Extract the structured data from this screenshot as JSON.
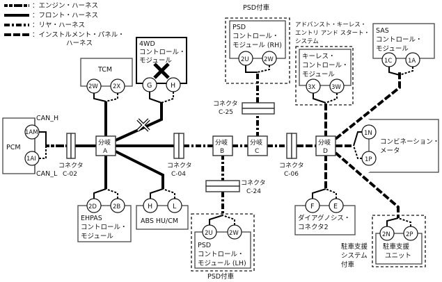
{
  "legend": [
    {
      "style": "engine",
      "label": "：エンジン・ハーネス"
    },
    {
      "style": "front",
      "label": "：フロント・ハーネス"
    },
    {
      "style": "rear",
      "label": "：リヤ・ハーネス"
    },
    {
      "style": "inst",
      "label": "：インストルメント・パネル・",
      "label2": "ハーネス"
    }
  ],
  "modules": {
    "pcm": {
      "label": "PCM",
      "pins": [
        "1AM",
        "1AI"
      ],
      "can_h": "CAN_H",
      "can_l": "CAN_L"
    },
    "tcm": {
      "label": "TCM",
      "pins": [
        "2W",
        "2X"
      ]
    },
    "awd": {
      "lines": [
        "4WD",
        "コントロール・",
        "モジュール"
      ],
      "pins": [
        "G",
        "H"
      ],
      "status": "disconnected"
    },
    "psd_rh": {
      "lines": [
        "PSD",
        "コントロール・",
        "モジュール (RH)"
      ],
      "pins": [
        "2U",
        "2W"
      ],
      "group": "PSD付車"
    },
    "keyless": {
      "lines": [
        "キーレス・",
        "コントロール・",
        "モジュール"
      ],
      "pins": [
        "3X",
        "3W"
      ],
      "group": [
        "アドバンスト・キーレス・",
        "エントリ アンド スタート・",
        "システム"
      ]
    },
    "sas": {
      "lines": [
        "SAS",
        "コントロール・",
        "モジュール"
      ],
      "pins": [
        "1C",
        "1A"
      ]
    },
    "meter": {
      "lines": [
        "コンビネーション・",
        "メータ"
      ],
      "pins": [
        "1N",
        "1P"
      ]
    },
    "ehpas": {
      "lines": [
        "EHPAS",
        "コントロール・",
        "モジュール"
      ],
      "pins": [
        "2D",
        "2B"
      ]
    },
    "abs": {
      "label": "ABS HU/CM",
      "pins": [
        "H",
        "L"
      ]
    },
    "psd_lh": {
      "lines": [
        "PSD",
        "コントロール・",
        "モジュール (LH)"
      ],
      "pins": [
        "2U",
        "2W"
      ],
      "group": "PSD付車"
    },
    "diag": {
      "lines": [
        "ダイアグノシス・",
        "コネクタ2"
      ],
      "pins": [
        "F",
        "E"
      ]
    },
    "parking": {
      "lines": [
        "駐車支援",
        "ユニット"
      ],
      "pins": [
        "2N",
        "2P"
      ],
      "group": [
        "駐車支援",
        "システム",
        "付車"
      ]
    }
  },
  "junctions": [
    {
      "id": "A",
      "label": "分岐",
      "letter": "A"
    },
    {
      "id": "B",
      "label": "分岐",
      "letter": "B"
    },
    {
      "id": "C",
      "label": "分岐",
      "letter": "C"
    },
    {
      "id": "D",
      "label": "分岐",
      "letter": "D"
    }
  ],
  "connectors": [
    {
      "id": "C-02",
      "label": "コネクタ",
      "code": "C-02"
    },
    {
      "id": "C-04",
      "label": "コネクタ",
      "code": "C-04"
    },
    {
      "id": "C-25",
      "label": "コネクタ",
      "code": "C-25"
    },
    {
      "id": "C-24",
      "label": "コネクタ",
      "code": "C-24"
    },
    {
      "id": "C-06",
      "label": "コネクタ",
      "code": "C-06"
    }
  ]
}
